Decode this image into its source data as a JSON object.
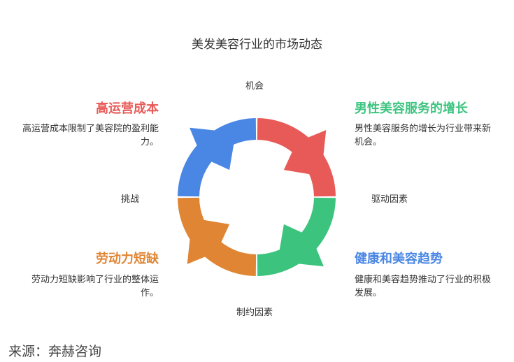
{
  "title": "美发美容行业的市场动态",
  "axes": {
    "top": "机会",
    "right": "驱动因素",
    "bottom": "制约因素",
    "left": "挑战"
  },
  "quadrants": [
    {
      "heading": "男性美容服务的增长",
      "text": "男性美容服务的增长为行业带来新机会。",
      "color": "#E85A57",
      "heading_color": "#3CC47F"
    },
    {
      "heading": "健康和美容趋势",
      "text": "健康和美容趋势推动了行业的积极发展。",
      "color": "#3CC47F",
      "heading_color": "#4A86E4"
    },
    {
      "heading": "劳动力短缺",
      "text": "劳动力短缺影响了行业的整体运作。",
      "color": "#E08533",
      "heading_color": "#E08533"
    },
    {
      "heading": "高运营成本",
      "text": "高运营成本限制了美容院的盈利能力。",
      "color": "#4A86E4",
      "heading_color": "#E85A57"
    }
  ],
  "source": "来源：奔赫咨询"
}
